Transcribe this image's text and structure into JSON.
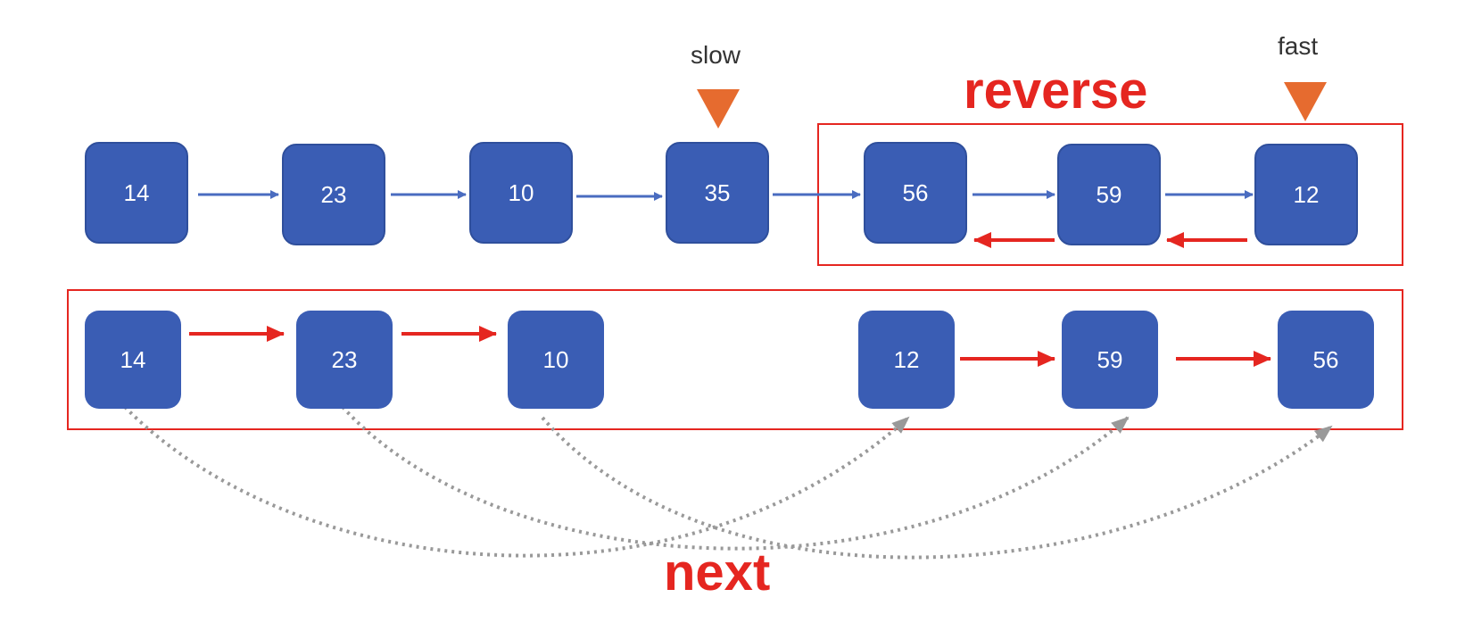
{
  "labels": {
    "slow": "slow",
    "fast": "fast",
    "reverse": "reverse",
    "next": "next"
  },
  "original_list": [
    "14",
    "23",
    "10",
    "35",
    "56",
    "59",
    "12"
  ],
  "reordered_list": [
    "14",
    "23",
    "10",
    "12",
    "59",
    "56"
  ],
  "colors": {
    "node": "#3a5db4",
    "link_arrow": "#4a6cc0",
    "red": "#e52620",
    "marker": "#e66b2f",
    "dotted": "#999999"
  }
}
